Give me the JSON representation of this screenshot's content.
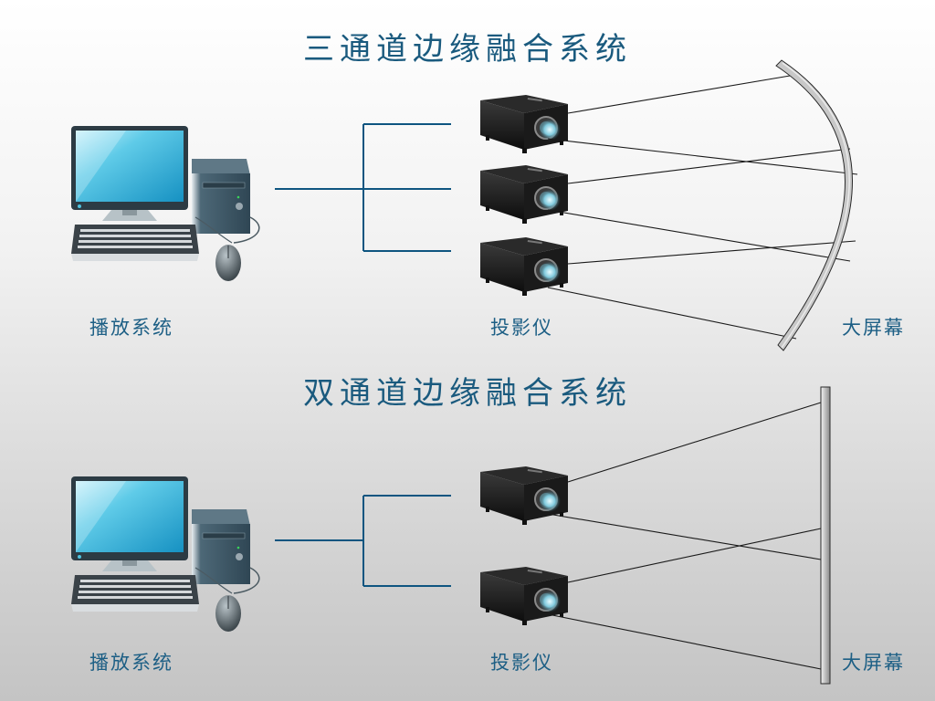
{
  "sections": [
    {
      "title": "三通道边缘融合系统",
      "channels": 3,
      "screen_shape": "curved",
      "labels": {
        "source": "播放系统",
        "projector": "投影仪",
        "screen": "大屏幕"
      }
    },
    {
      "title": "双通道边缘融合系统",
      "channels": 2,
      "screen_shape": "flat",
      "labels": {
        "source": "播放系统",
        "projector": "投影仪",
        "screen": "大屏幕"
      }
    }
  ],
  "colors": {
    "title": "#1a5a7e",
    "label": "#1d5f85",
    "connector": "#0e5580",
    "beam": "#1a1a1a",
    "screen_fill": "#c8c8c8"
  }
}
